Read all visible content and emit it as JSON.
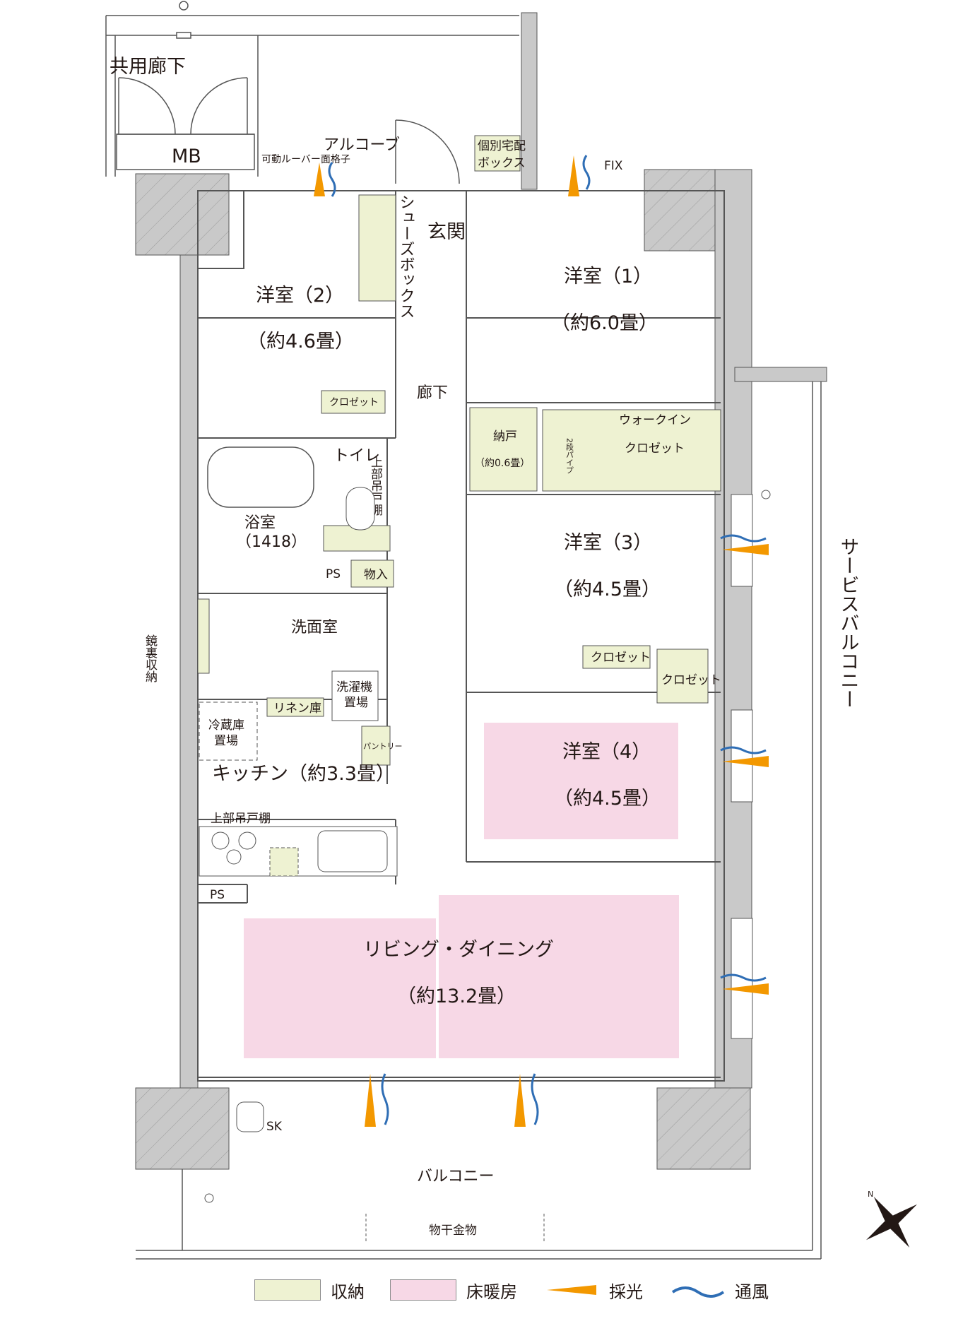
{
  "colors": {
    "storage": "#eef2d2",
    "floor_heating": "#f7d8e6",
    "daylight": "#f39800",
    "ventilation": "#2f6eb5",
    "wall": "#c8c8c8"
  },
  "labels": {
    "common_corridor": "共用廊下",
    "mb": "MB",
    "alcove": "アルコーブ",
    "louver": "可動ルーバー面格子",
    "delivery_box": [
      "個別宅配",
      "ボックス"
    ],
    "fix": "FIX",
    "shoe_box": "シューズボックス",
    "entrance": "玄関",
    "hallway": "廊下",
    "room2": {
      "name": "洋室（2）",
      "size": "（約4.6畳）"
    },
    "room1": {
      "name": "洋室（1）",
      "size": "（約6.0畳）"
    },
    "room3": {
      "name": "洋室（3）",
      "size": "（約4.5畳）"
    },
    "room4": {
      "name": "洋室（4）",
      "size": "（約4.5畳）"
    },
    "closet": "クロゼット",
    "storeroom": {
      "name": "納戸",
      "size": "（約0.6畳）"
    },
    "walkin": [
      "ウォークイン",
      "クロゼット"
    ],
    "two_pipes": "2段パイプ",
    "toilet": "トイレ",
    "upper_cabinet_vertical": "上部吊戸棚",
    "bath": {
      "name": "浴室",
      "size": "（1418）"
    },
    "ps": "PS",
    "storage_misc": "物入",
    "washroom": "洗面室",
    "mirror_storage": "鏡裏収納",
    "linen": "リネン庫",
    "washer": [
      "洗濯機",
      "置場"
    ],
    "fridge": [
      "冷蔵庫",
      "置場"
    ],
    "pantry": "パントリー",
    "kitchen": "キッチン（約3.3畳）",
    "upper_cabinet": "上部吊戸棚",
    "living": {
      "name": "リビング・ダイニング",
      "size": "（約13.2畳）"
    },
    "service_balcony": "サービスバルコニー",
    "sk": "SK",
    "balcony": "バルコニー",
    "drying_rack": "物干金物"
  },
  "legend": [
    {
      "label": "収納",
      "kind": "storage-swatch"
    },
    {
      "label": "床暖房",
      "kind": "heating-swatch"
    },
    {
      "label": "採光",
      "kind": "daylight-arrow-icon"
    },
    {
      "label": "通風",
      "kind": "ventilation-wave-icon"
    }
  ],
  "compass": {
    "label": "N",
    "icon": "north-arrow-icon"
  }
}
